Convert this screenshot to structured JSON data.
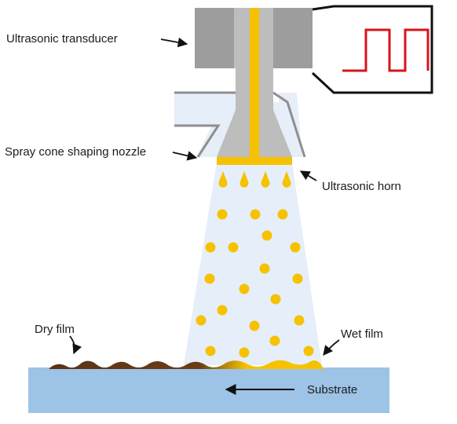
{
  "labels": {
    "transducer": "Ultrasonic transducer",
    "nozzle": "Spray cone shaping nozzle",
    "horn": "Ultrasonic horn",
    "dry_film": "Dry film",
    "wet_film": "Wet film",
    "substrate": "Substrate"
  },
  "colors": {
    "transducer_block": "#9d9d9d",
    "horn_body": "#bdbdbd",
    "liquid": "#f6c200",
    "spray_cone": "#e6eef9",
    "nozzle_outline": "#8f8f8f",
    "dry_film": "#5a3316",
    "substrate": "#9dc3e6",
    "signal": "#d8141a",
    "arrow": "#111111"
  },
  "icons": {
    "signal": "square-wave-icon",
    "pointer": "arrow-icon"
  }
}
